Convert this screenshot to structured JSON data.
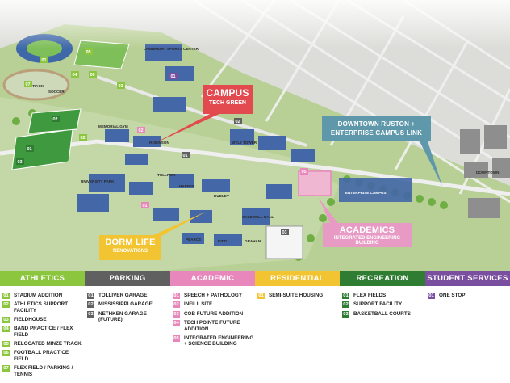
{
  "map": {
    "callouts": {
      "campus": {
        "title": "CAMPUS",
        "subtitle": "TECH GREEN"
      },
      "downtown": {
        "title": "DOWNTOWN RUSTON + ENTERPRISE CAMPUS LINK"
      },
      "academics": {
        "title": "ACADEMICS",
        "subtitle": "INTEGRATED ENGINEERING BUILDING"
      },
      "dorm_life": {
        "title": "DORM LIFE",
        "subtitle": "RENOVATIONS"
      }
    },
    "labels": [
      {
        "key": "lambright",
        "text": "LAMBRIGHT SPORTS CENTER"
      },
      {
        "key": "memorial_gym",
        "text": "MEMORIAL GYM"
      },
      {
        "key": "robinson",
        "text": "ROBINSON"
      },
      {
        "key": "wyly_tower",
        "text": "WYLY TOWER"
      },
      {
        "key": "toliver",
        "text": "TOLLIVER"
      },
      {
        "key": "harper",
        "text": "HARPER"
      },
      {
        "key": "dudley",
        "text": "DUDLEY"
      },
      {
        "key": "enterprise",
        "text": "ENTERPRISE CAMPUS"
      },
      {
        "key": "downtown",
        "text": "DOWNTOWN"
      },
      {
        "key": "university_park",
        "text": "UNIVERSITY PARK"
      },
      {
        "key": "track",
        "text": "TRACK"
      },
      {
        "key": "soccer",
        "text": "SOCCER"
      },
      {
        "key": "caldwell",
        "text": "CALDWELL HALL"
      },
      {
        "key": "graham",
        "text": "GRAHAM"
      },
      {
        "key": "kidd",
        "text": "KIDD"
      },
      {
        "key": "pearce",
        "text": "PEARCE"
      }
    ],
    "badges": [
      {
        "key": "a1",
        "text": "01",
        "color": "#8cc63f"
      },
      {
        "key": "a2",
        "text": "02",
        "color": "#8cc63f"
      },
      {
        "key": "a3",
        "text": "03",
        "color": "#8cc63f"
      },
      {
        "key": "a4",
        "text": "04",
        "color": "#8cc63f"
      },
      {
        "key": "a5",
        "text": "05",
        "color": "#8cc63f"
      },
      {
        "key": "a6",
        "text": "06",
        "color": "#8cc63f"
      },
      {
        "key": "a7",
        "text": "07",
        "color": "#8cc63f"
      },
      {
        "key": "r1",
        "text": "01",
        "color": "#2e7d32"
      },
      {
        "key": "r2",
        "text": "02",
        "color": "#2e7d32"
      },
      {
        "key": "r3",
        "text": "03",
        "color": "#2e7d32"
      },
      {
        "key": "p1",
        "text": "01",
        "color": "#606060"
      },
      {
        "key": "p2",
        "text": "02",
        "color": "#606060"
      },
      {
        "key": "p3",
        "text": "03",
        "color": "#606060"
      },
      {
        "key": "ac1",
        "text": "01",
        "color": "#e887bb"
      },
      {
        "key": "ac2",
        "text": "02",
        "color": "#e887bb"
      },
      {
        "key": "ac5",
        "text": "05",
        "color": "#e887bb"
      },
      {
        "key": "ss1",
        "text": "01",
        "color": "#7b4fa0"
      }
    ]
  },
  "legend": {
    "columns": [
      {
        "key": "athletics",
        "header": "ATHLETICS",
        "color": "#8cc63f",
        "items": [
          {
            "num": "01",
            "label": "STADIUM ADDITION"
          },
          {
            "num": "02",
            "label": "ATHLETICS SUPPORT FACILITY"
          },
          {
            "num": "03",
            "label": "FIELDHOUSE"
          },
          {
            "num": "04",
            "label": "BAND PRACTICE / FLEX FIELD"
          },
          {
            "num": "05",
            "label": "RELOCATED MINZE TRACK"
          },
          {
            "num": "06",
            "label": "FOOTBALL PRACTICE FIELD"
          },
          {
            "num": "07",
            "label": "FLEX FIELD / PARKING / TENNIS"
          }
        ]
      },
      {
        "key": "parking",
        "header": "PARKING",
        "color": "#606060",
        "items": [
          {
            "num": "01",
            "label": "TOLLIVER GARAGE"
          },
          {
            "num": "02",
            "label": "MISSISSIPPI GARAGE"
          },
          {
            "num": "03",
            "label": "NETHKEN GARAGE (FUTURE)"
          }
        ]
      },
      {
        "key": "academic",
        "header": "ACADEMIC",
        "color": "#e887bb",
        "items": [
          {
            "num": "01",
            "label": "SPEECH + PATHOLOGY"
          },
          {
            "num": "02",
            "label": "INFILL SITE"
          },
          {
            "num": "03",
            "label": "COB FUTURE ADDITION"
          },
          {
            "num": "04",
            "label": "TECH POINTE FUTURE ADDITION"
          },
          {
            "num": "05",
            "label": "INTEGRATED ENGINEERING + SCIENCE BUILDING"
          }
        ]
      },
      {
        "key": "residential",
        "header": "RESIDENTIAL",
        "color": "#f3c431",
        "items": [
          {
            "num": "01",
            "label": "SEMI-SUITE HOUSING"
          }
        ]
      },
      {
        "key": "recreation",
        "header": "RECREATION",
        "color": "#2e7d32",
        "items": [
          {
            "num": "01",
            "label": "FLEX FIELDS"
          },
          {
            "num": "02",
            "label": "SUPPORT FACILITY"
          },
          {
            "num": "03",
            "label": "BASKETBALL COURTS"
          }
        ]
      },
      {
        "key": "student_services",
        "header": "STUDENT SERVICES",
        "color": "#7b4fa0",
        "items": [
          {
            "num": "01",
            "label": "ONE STOP"
          }
        ]
      }
    ]
  }
}
